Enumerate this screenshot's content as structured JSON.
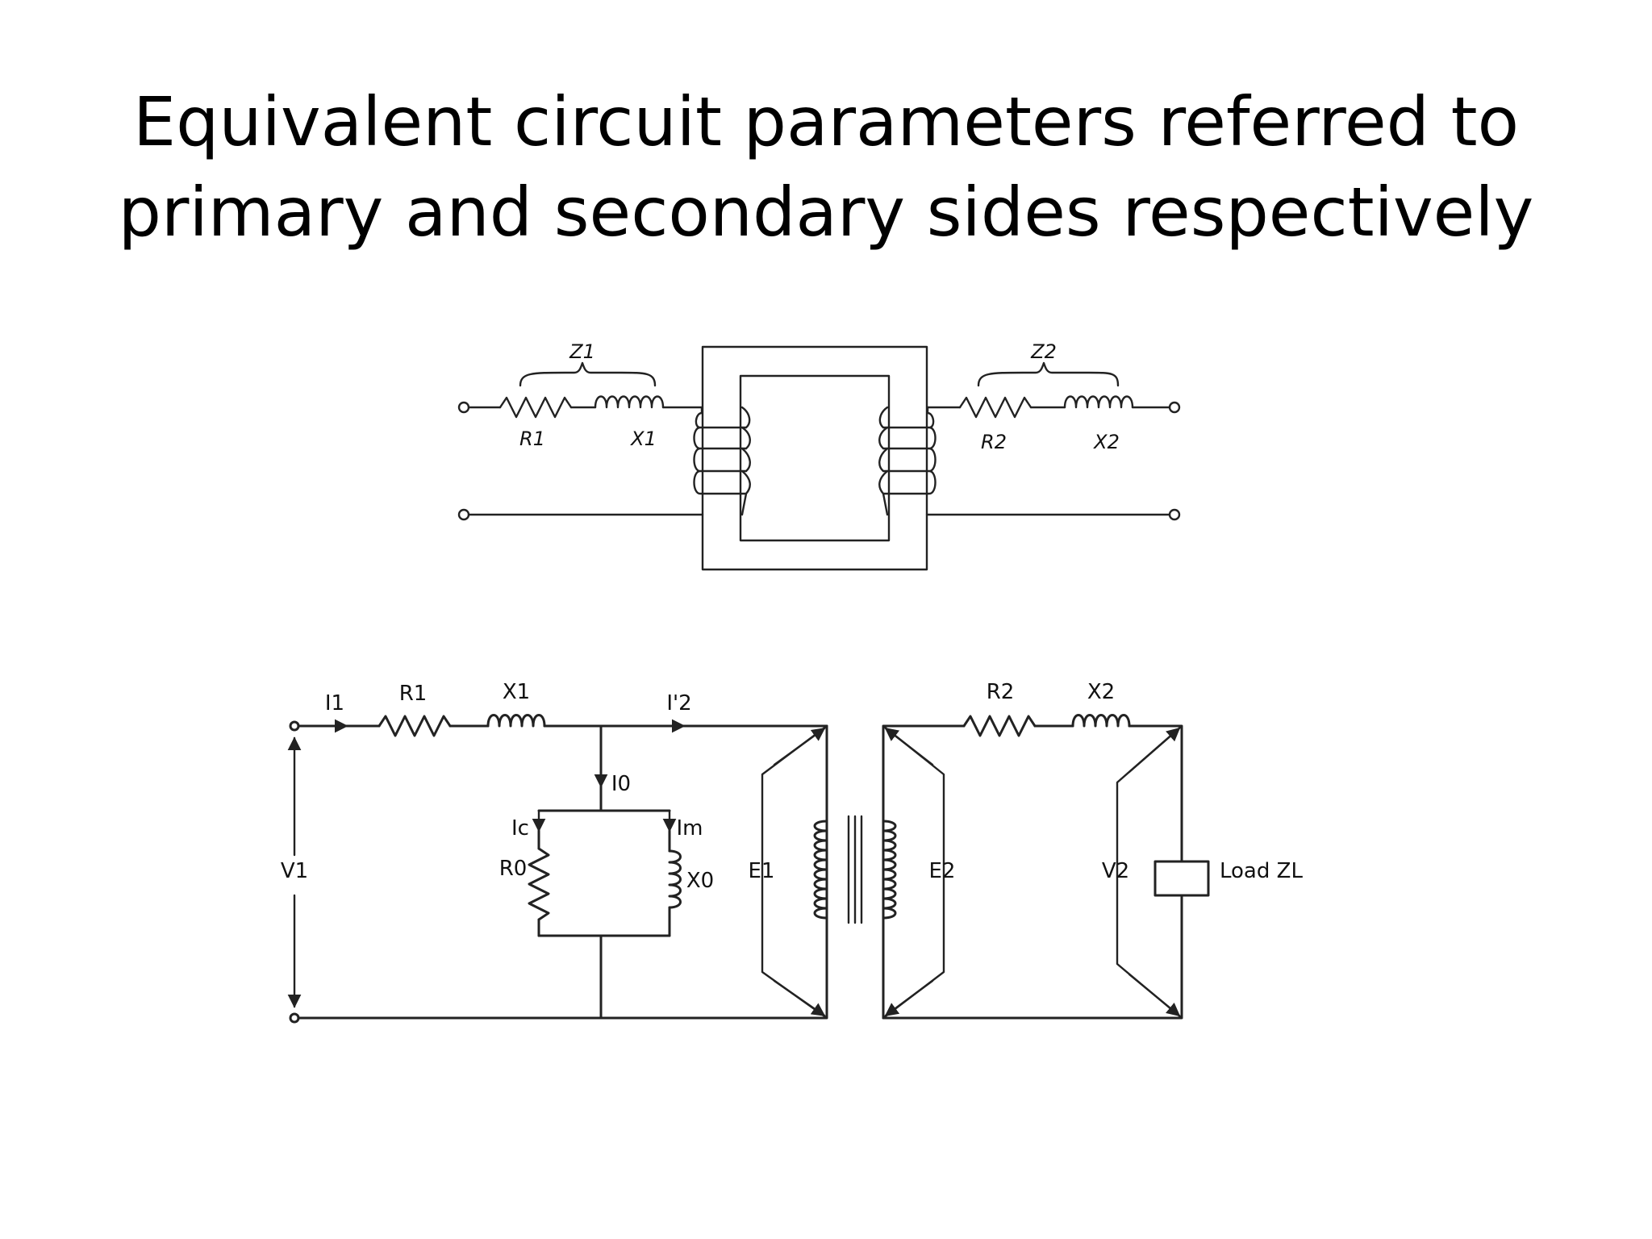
{
  "slide": {
    "title_line1": "Equivalent circuit parameters referred to",
    "title_line2": "primary and secondary sides respectively"
  },
  "diagram_top": {
    "z1": "Z1",
    "z2": "Z2",
    "r1": "R1",
    "x1": "X1",
    "r2": "R2",
    "x2": "X2"
  },
  "diagram_bottom": {
    "i1": "I1",
    "r1": "R1",
    "x1": "X1",
    "i2p": "I'2",
    "i0": "I0",
    "ic": "Ic",
    "im": "Im",
    "r0": "R0",
    "x0": "X0",
    "v1": "V1",
    "e1": "E1",
    "e2": "E2",
    "r2": "R2",
    "x2": "X2",
    "v2": "V2",
    "load": "Load ZL"
  },
  "colors": {
    "line": "#222222",
    "text": "#000000",
    "background": "#ffffff"
  }
}
